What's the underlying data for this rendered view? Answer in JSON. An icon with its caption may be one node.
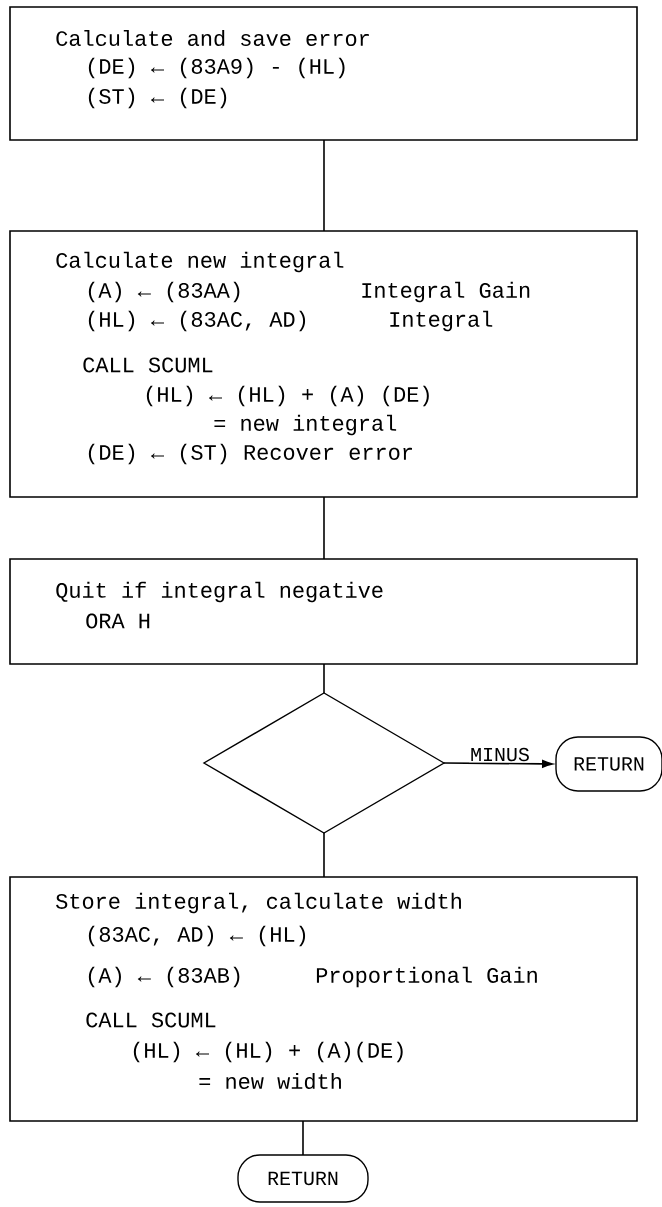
{
  "diagram": {
    "nodes": [
      {
        "text": [
          "Calculate and save error",
          "(DE) ← (83A9) - (HL)",
          "(ST) ← (DE)"
        ]
      },
      {
        "text": [
          "Calculate new integral",
          "(A) ← (83AA)",
          "Integral Gain",
          "(HL) ← (83AC, AD)",
          "Integral",
          "CALL SCUML",
          "(HL) ← (HL) + (A) (DE)",
          "= new integral",
          "(DE) ← (ST) Recover error"
        ]
      },
      {
        "text": [
          "Quit if integral negative",
          "ORA H"
        ]
      },
      {
        "text": [],
        "shape": "diamond"
      },
      {
        "text": [
          "RETURN"
        ]
      },
      {
        "text": [
          "Store integral, calculate width",
          "(83AC, AD) ← (HL)",
          "(A) ← (83AB)",
          "Proportional Gain",
          "CALL SCUML",
          "(HL) ← (HL) + (A)(DE)",
          "= new width"
        ]
      },
      {
        "text": [
          "RETURN"
        ]
      }
    ],
    "edges": [
      {
        "from": 0,
        "to": 1,
        "arrow": "none"
      },
      {
        "from": 1,
        "to": 2,
        "arrow": "none"
      },
      {
        "from": 2,
        "to": 3,
        "arrow": "none"
      },
      {
        "from": 3,
        "to": 4,
        "arrow": "to",
        "label": "MINUS"
      },
      {
        "from": 3,
        "to": 5,
        "arrow": "none"
      },
      {
        "from": 5,
        "to": 6,
        "arrow": "none"
      }
    ]
  }
}
